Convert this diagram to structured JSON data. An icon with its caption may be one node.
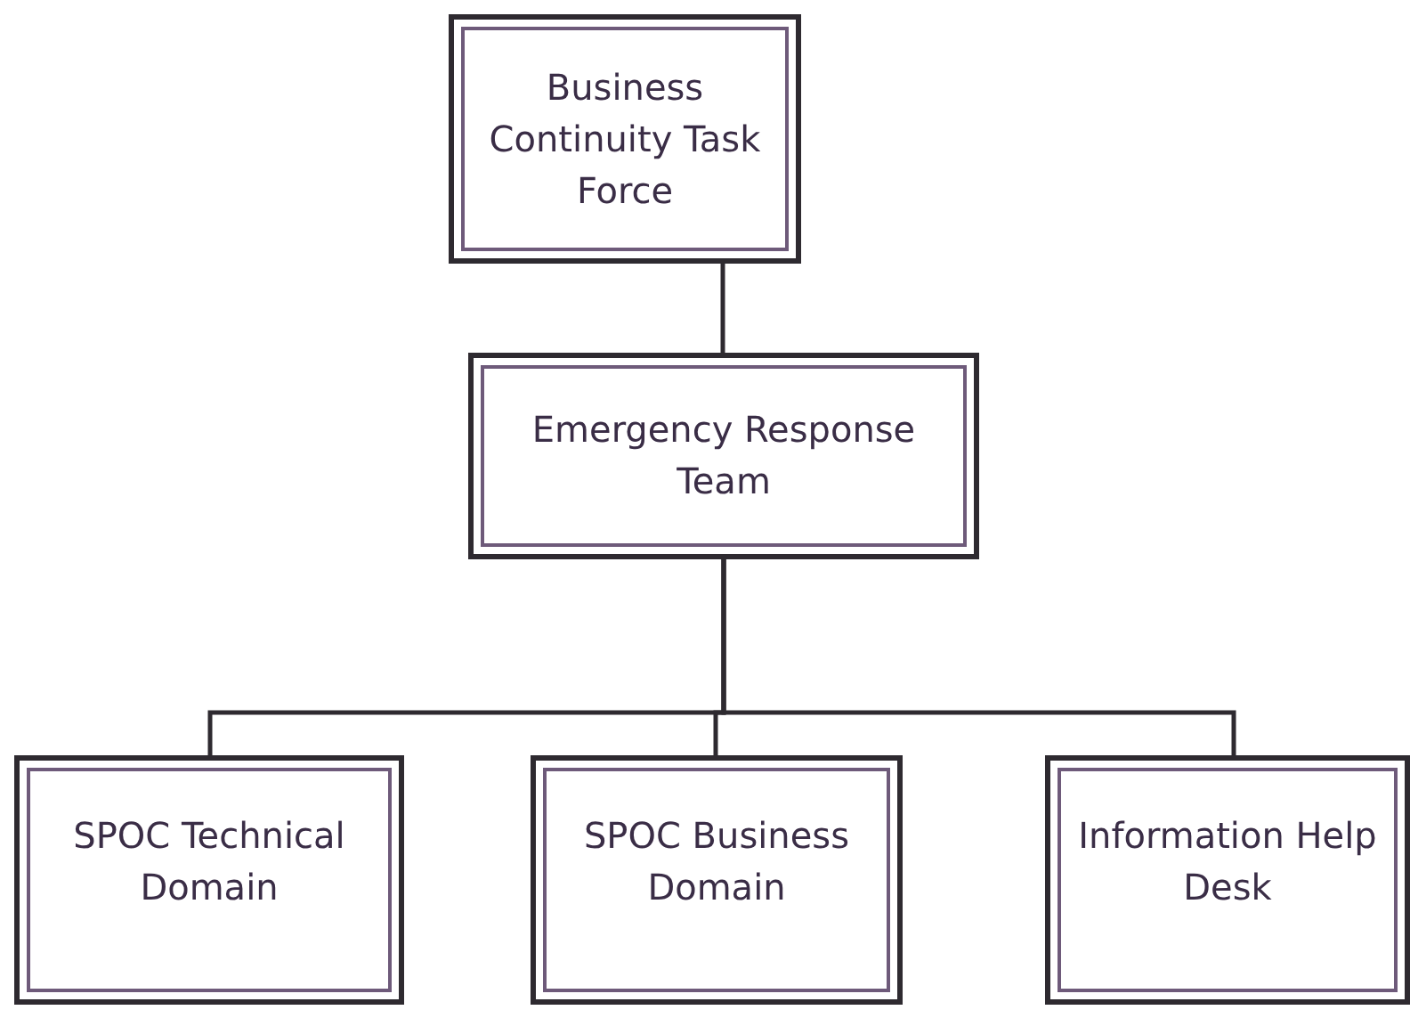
{
  "diagram": {
    "nodes": [
      {
        "text": [
          "Business Continuity Task Force"
        ]
      },
      {
        "text": [
          "Emergency Response Team"
        ]
      },
      {
        "text": [
          "SPOC Technical Domain"
        ]
      },
      {
        "text": [
          "SPOC Business Domain"
        ]
      },
      {
        "text": [
          "Information Help Desk"
        ]
      }
    ],
    "edges": [
      {
        "from": 0,
        "to": 1,
        "arrow": "none"
      },
      {
        "from": 1,
        "to": 2,
        "arrow": "none"
      },
      {
        "from": 1,
        "to": 3,
        "arrow": "none"
      },
      {
        "from": 1,
        "to": 4,
        "arrow": "none"
      }
    ]
  }
}
